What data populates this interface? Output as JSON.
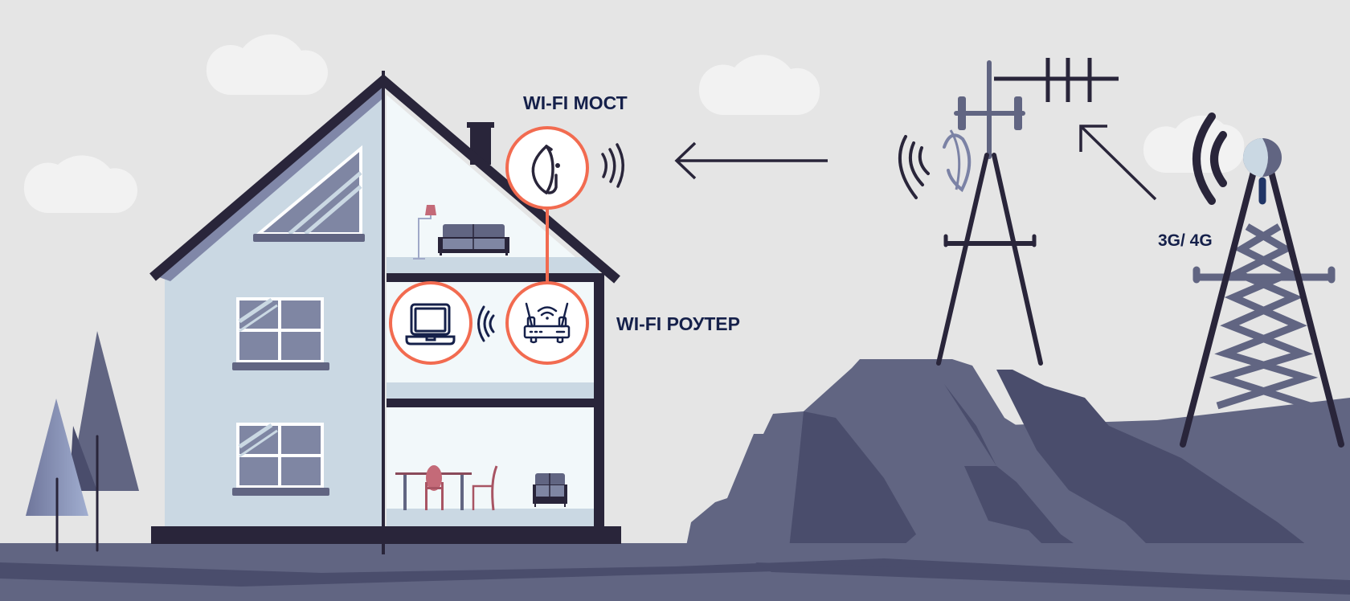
{
  "labels": {
    "wifi_bridge": "WI-FI МОСТ",
    "wifi_router": "WI-FI РОУТЕР",
    "cellular": "3G/ 4G"
  },
  "icons": {
    "bridge": "wifi-bridge-antenna-icon",
    "laptop": "laptop-icon",
    "router": "wifi-router-icon",
    "signal": "signal-waves-icon",
    "arrow_left": "arrow-left-icon",
    "arrow_up_left": "arrow-up-left-icon"
  },
  "colors": {
    "background": "#e5e5e5",
    "cloud": "#f2f2f2",
    "dark": "#29253a",
    "accent_orange": "#f26b50",
    "mountain": "#616582",
    "mountain_shadow": "#4a4d6c",
    "wall": "#cad8e3",
    "interior": "#f2f8fa",
    "window": "#7f86a3",
    "label": "#15204a",
    "furniture_red": "#c46a78"
  }
}
